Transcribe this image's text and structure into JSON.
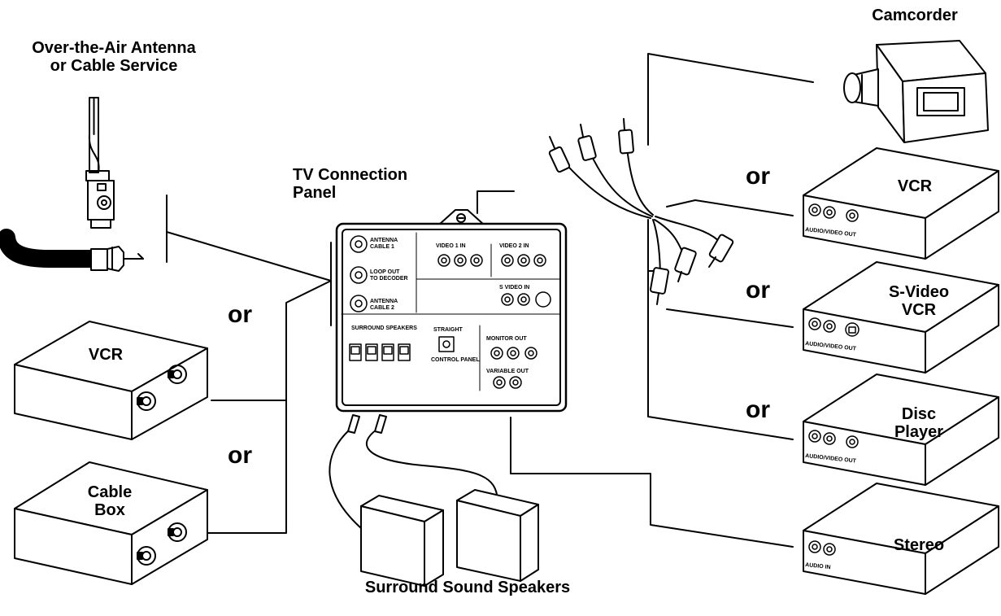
{
  "labels": {
    "antenna_title": "Over-the-Air Antenna\nor Cable Service",
    "panel_title": "TV Connection\nPanel",
    "camcorder": "Camcorder",
    "speakers": "Surround Sound Speakers",
    "left_vcr": "VCR",
    "cable_box": "Cable\nBox",
    "right_vcr": "VCR",
    "svideo_vcr": "S-Video\nVCR",
    "disc_player": "Disc\nPlayer",
    "stereo": "Stereo",
    "or": "or"
  },
  "panel": {
    "antenna1": "ANTENNA\nCABLE 1",
    "loop_out": "LOOP OUT\nTO DECODER",
    "antenna2": "ANTENNA\nCABLE 2",
    "video1_in": "VIDEO 1 IN",
    "video2_in": "VIDEO 2 IN",
    "svideo_in": "S VIDEO IN",
    "monitor_out": "MONITOR OUT",
    "variable_out": "VARIABLE OUT",
    "straight": "STRAIGHT",
    "control_panel": "CONTROL PANEL",
    "surround_speakers": "SURROUND SPEAKERS"
  },
  "device_ports": {
    "av_out": "AUDIO/VIDEO OUT",
    "audio_in": "AUDIO IN"
  }
}
